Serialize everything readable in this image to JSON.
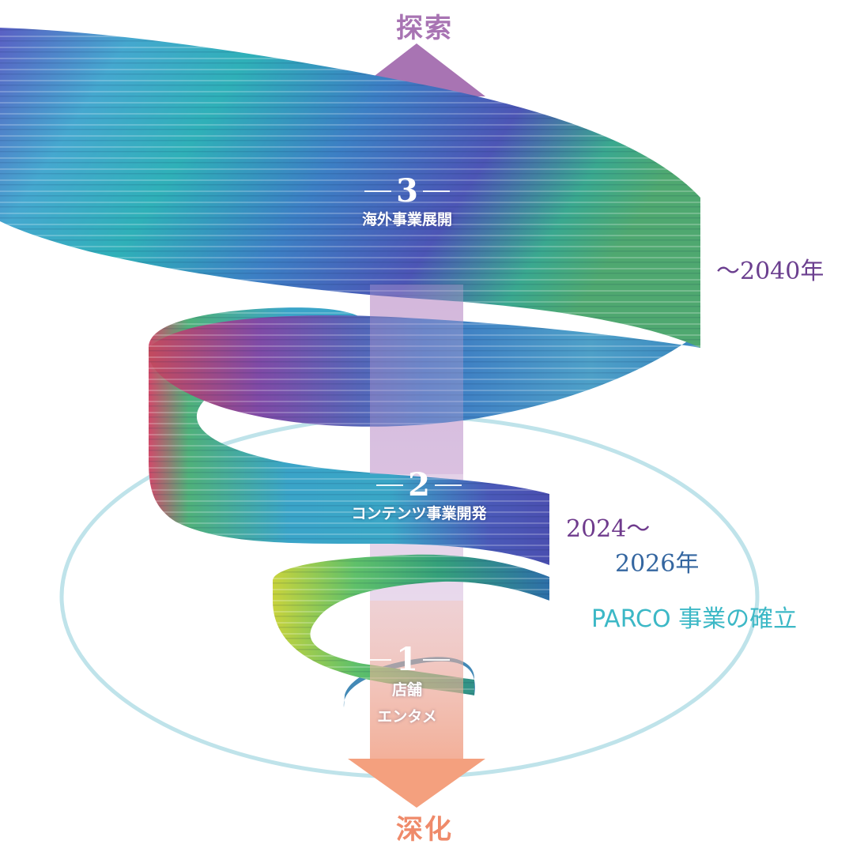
{
  "top_label": "探索",
  "bottom_label": "深化",
  "phases": [
    {
      "number": "1",
      "title_line1": "店舗",
      "title_line2": "エンタメ"
    },
    {
      "number": "2",
      "title": "コンテンツ事業開発"
    },
    {
      "number": "3",
      "title": "海外事業展開"
    }
  ],
  "years": {
    "phase3": "〜2040年",
    "phase2_start": "2024〜",
    "phase2_end": "2026年"
  },
  "milestone": "PARCO 事業の確立",
  "colors": {
    "explore_arrow": "#a874b3",
    "deepen_arrow": "#f4a07e",
    "ellipse": "#bfe3ea",
    "milestone_text": "#3cb8c6"
  }
}
